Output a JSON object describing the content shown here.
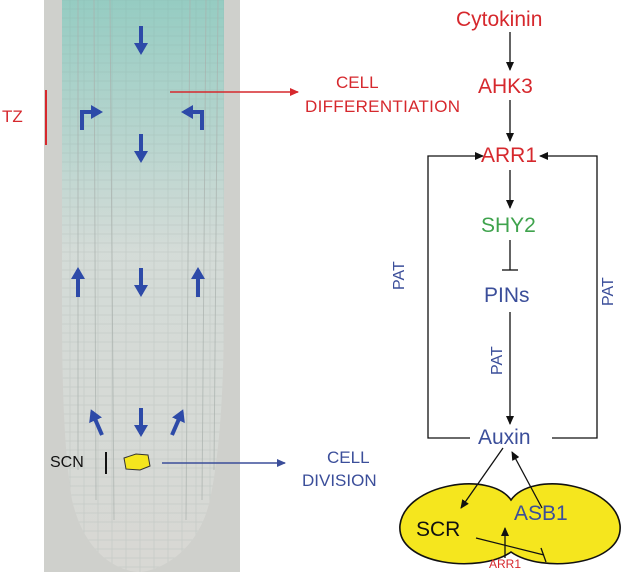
{
  "micrograph": {
    "tz_label": "TZ",
    "scn_label": "SCN"
  },
  "annotations": {
    "differentiation": [
      "CELL",
      "DIFFERENTIATION"
    ],
    "division": [
      "CELL",
      "DIVISION"
    ]
  },
  "pathway": {
    "cytokinin": "Cytokinin",
    "ahk3": "AHK3",
    "arr1": "ARR1",
    "shy2": "SHY2",
    "pins": "PINs",
    "auxin": "Auxin",
    "pat_left": "PAT",
    "pat_center": "PAT",
    "pat_right": "PAT"
  },
  "stem_cell_niche": {
    "scr": "SCR",
    "asb1": "ASB1",
    "arr1": "ARR1"
  },
  "colors": {
    "red": "#d6282d",
    "blue": "#3b4e9a",
    "green": "#3fa34d",
    "yellow": "#f5e61e",
    "arrow_blue": "#2d4aa8"
  }
}
